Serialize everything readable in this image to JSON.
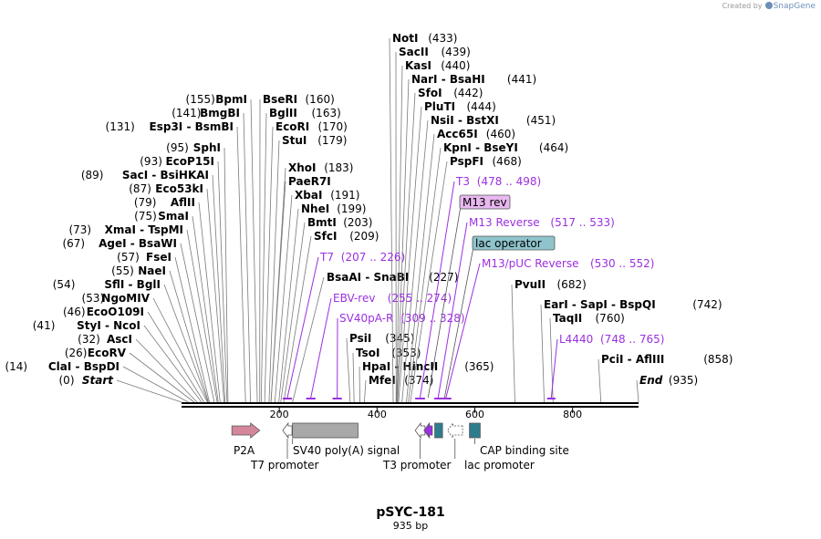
{
  "credit": {
    "prefix": "Created by",
    "brand": "SnapGene"
  },
  "title": "pSYC-181",
  "subtitle": "935 bp",
  "sequence_length": 935,
  "ticks": [
    200,
    400,
    600,
    800
  ],
  "enzymes": [
    {
      "name": "Start",
      "position": "(0)",
      "pos": 0,
      "pos_left": true,
      "italic": true
    },
    {
      "name": "ClaI  - BspDI",
      "position": "(14)",
      "pos": 14,
      "pos_left": true
    },
    {
      "name": "EcoRV",
      "position": "(26)",
      "pos": 26,
      "pos_left": true
    },
    {
      "name": "AscI",
      "position": "(32)",
      "pos": 32,
      "pos_left": true
    },
    {
      "name": "StyI  - NcoI",
      "position": "(41)",
      "pos": 41,
      "pos_left": true
    },
    {
      "name": "EcoO109I",
      "position": "(46)",
      "pos": 46,
      "pos_left": true
    },
    {
      "name": "NgoMIV",
      "position": "(53)",
      "pos": 53,
      "pos_left": true
    },
    {
      "name": "SflI  - BglI",
      "position": "(54)",
      "pos": 54,
      "pos_left": true
    },
    {
      "name": "NaeI",
      "position": "(55)",
      "pos": 55,
      "pos_left": true
    },
    {
      "name": "FseI",
      "position": "(57)",
      "pos": 57,
      "pos_left": true
    },
    {
      "name": "AgeI  - BsaWI",
      "position": "(67)",
      "pos": 67,
      "pos_left": true
    },
    {
      "name": "XmaI  - TspMI",
      "position": "(73)",
      "pos": 73,
      "pos_left": true
    },
    {
      "name": "SmaI",
      "position": "(75)",
      "pos": 75,
      "pos_left": true
    },
    {
      "name": "AflII",
      "position": "(79)",
      "pos": 79,
      "pos_left": true
    },
    {
      "name": "Eco53kI",
      "position": "(87)",
      "pos": 87,
      "pos_left": true
    },
    {
      "name": "SacI  - BsiHKAI",
      "position": "(89)",
      "pos": 89,
      "pos_left": true
    },
    {
      "name": "EcoP15I",
      "position": "(93)",
      "pos": 93,
      "pos_left": true
    },
    {
      "name": "SphI",
      "position": "(95)",
      "pos": 95,
      "pos_left": true
    },
    {
      "name": "Esp3I  - BsmBI",
      "position": "(131)",
      "pos": 131,
      "pos_left": true
    },
    {
      "name": "BmgBI",
      "position": "(141)",
      "pos": 141,
      "pos_left": true
    },
    {
      "name": "BpmI",
      "position": "(155)",
      "pos": 155,
      "pos_left": true
    },
    {
      "name": "BseRI",
      "position": "(160)",
      "pos": 160
    },
    {
      "name": "BglII",
      "position": "(163)",
      "pos": 163
    },
    {
      "name": "EcoRI",
      "position": "(170)",
      "pos": 170
    },
    {
      "name": "StuI",
      "position": "(179)",
      "pos": 179
    },
    {
      "name": "XhoI",
      "position": "(183)",
      "pos": 183
    },
    {
      "name": "PaeR7I",
      "position": "",
      "pos": 183
    },
    {
      "name": "XbaI",
      "position": "(191)",
      "pos": 191
    },
    {
      "name": "NheI",
      "position": "(199)",
      "pos": 199
    },
    {
      "name": "BmtI",
      "position": "(203)",
      "pos": 203
    },
    {
      "name": "SfcI",
      "position": "(209)",
      "pos": 209
    },
    {
      "name": "BsaAI  - SnaBI",
      "position": "(227)",
      "pos": 227
    },
    {
      "name": "PsiI",
      "position": "(345)",
      "pos": 345
    },
    {
      "name": "TsoI",
      "position": "(353)",
      "pos": 353
    },
    {
      "name": "HpaI  - HincII",
      "position": "(365)",
      "pos": 365
    },
    {
      "name": "MfeI",
      "position": "(374)",
      "pos": 374
    },
    {
      "name": "NotI",
      "position": "(433)",
      "pos": 433
    },
    {
      "name": "SacII",
      "position": "(439)",
      "pos": 439
    },
    {
      "name": "KasI",
      "position": "(440)",
      "pos": 440
    },
    {
      "name": "NarI  - BsaHI",
      "position": "(441)",
      "pos": 441
    },
    {
      "name": "SfoI",
      "position": "(442)",
      "pos": 442
    },
    {
      "name": "PluTI",
      "position": "(444)",
      "pos": 444
    },
    {
      "name": "NsiI  - BstXI",
      "position": "(451)",
      "pos": 451
    },
    {
      "name": "Acc65I",
      "position": "(460)",
      "pos": 460
    },
    {
      "name": "KpnI  - BseYI",
      "position": "(464)",
      "pos": 464
    },
    {
      "name": "PspFI",
      "position": "(468)",
      "pos": 468
    },
    {
      "name": "PvuII",
      "position": "(682)",
      "pos": 682
    },
    {
      "name": "EarI  - SapI  - BspQI",
      "position": "(742)",
      "pos": 742
    },
    {
      "name": "TaqII",
      "position": "(760)",
      "pos": 760
    },
    {
      "name": "PciI  - AflIII",
      "position": "(858)",
      "pos": 858
    },
    {
      "name": "End",
      "position": "(935)",
      "pos": 935,
      "italic": true
    }
  ],
  "primers": [
    {
      "name": "T7",
      "range": "(207 .. 226)",
      "start": 207,
      "end": 226,
      "boxed": false
    },
    {
      "name": "EBV-rev",
      "range": "(255 .. 274)",
      "start": 255,
      "end": 274,
      "boxed": false
    },
    {
      "name": "SV40pA-R",
      "range": "(309 .. 328)",
      "start": 309,
      "end": 328,
      "boxed": false
    },
    {
      "name": "T3",
      "range": "(478 .. 498)",
      "start": 478,
      "end": 498,
      "boxed": false
    },
    {
      "name": "M13 rev",
      "range": "",
      "start": 496,
      "end": 513,
      "boxed": true,
      "box_color": "#e8b8f0"
    },
    {
      "name": "M13 Reverse",
      "range": "(517 .. 533)",
      "start": 517,
      "end": 533,
      "boxed": false
    },
    {
      "name": "lac operator",
      "range": "",
      "start": 530,
      "end": 546,
      "boxed": true,
      "box_color": "#8fc4cc"
    },
    {
      "name": "M13/pUC Reverse",
      "range": "(530 .. 552)",
      "start": 530,
      "end": 552,
      "boxed": false
    },
    {
      "name": "L4440",
      "range": "(748 .. 765)",
      "start": 748,
      "end": 765,
      "boxed": false
    }
  ],
  "features": [
    {
      "name": "P2A",
      "start": 103,
      "end": 160,
      "direction": "forward",
      "color": "#d4879a",
      "label_row": 1
    },
    {
      "name": "T7 promoter",
      "start": 207,
      "end": 226,
      "direction": "reverse",
      "color": "#ffffff",
      "label_row": 2
    },
    {
      "name": "SV40 poly(A) signal",
      "start": 227,
      "end": 361,
      "direction": "none",
      "color": "#a8a8a8",
      "label_row": 1
    },
    {
      "name": "T3 promoter",
      "start": 478,
      "end": 498,
      "direction": "reverse",
      "color": "#ffffff",
      "label_row": 2
    },
    {
      "name": "M13 rev",
      "start": 496,
      "end": 513,
      "direction": "reverse",
      "color": "#9b30e0",
      "label_row": 0
    },
    {
      "name": "lac operator",
      "start": 518,
      "end": 534,
      "direction": "none",
      "color": "#2e7d8c",
      "label_row": 0
    },
    {
      "name": "lac promoter",
      "start": 544,
      "end": 575,
      "direction": "reverse",
      "color": "#ffffff",
      "dashed": true,
      "label_row": 2
    },
    {
      "name": "CAP binding site",
      "start": 589,
      "end": 611,
      "direction": "none",
      "color": "#2e7d8c",
      "label_row": 1
    }
  ],
  "colors": {
    "primer": "#9b30e0",
    "leader": "#7a7a7a",
    "backbone": "#000000"
  }
}
